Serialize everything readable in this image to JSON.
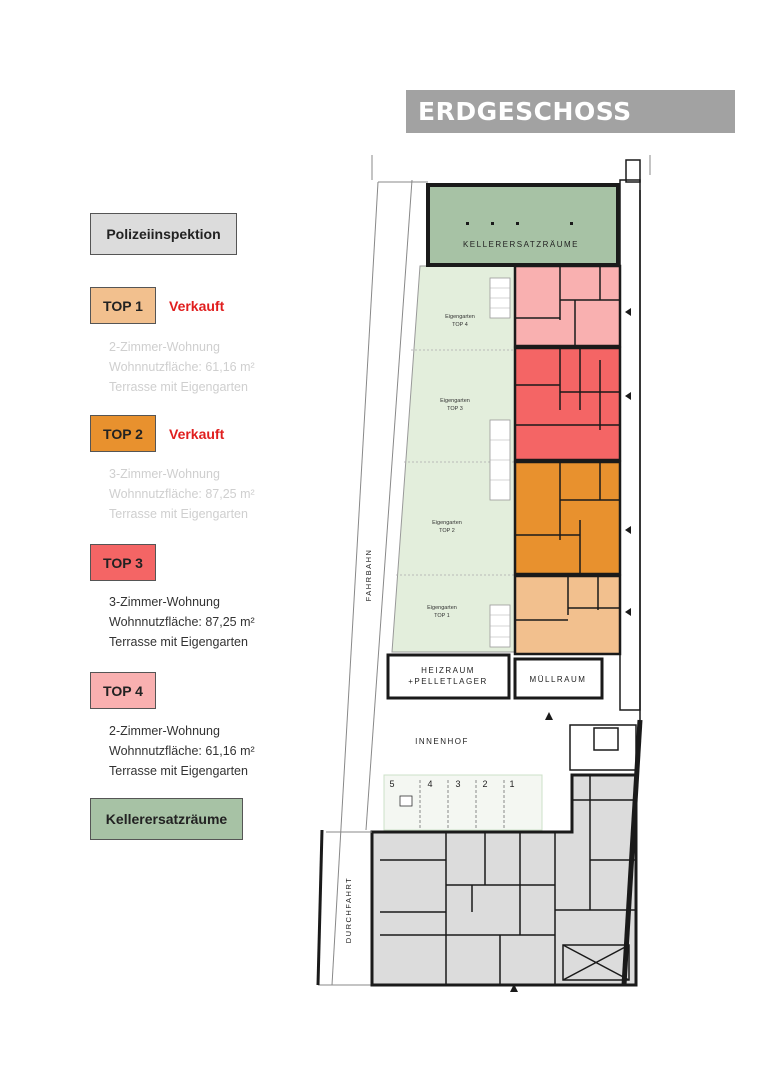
{
  "title": "ERDGESCHOSS",
  "legend": [
    {
      "label": "Polizeiinspektion",
      "color": "#dcdcdc"
    },
    {
      "label": "TOP 1",
      "color": "#f2c08e",
      "status": "Verkauft",
      "lines": [
        "2-Zimmer-Wohnung",
        "Wohnnutzfläche: 61,16 m²",
        "Terrasse mit Eigengarten"
      ]
    },
    {
      "label": "TOP 2",
      "color": "#e8912e",
      "status": "Verkauft",
      "lines": [
        "3-Zimmer-Wohnung",
        "Wohnnutzfläche: 87,25 m²",
        "Terrasse mit Eigengarten"
      ]
    },
    {
      "label": "TOP 3",
      "color": "#f46565",
      "lines": [
        "3-Zimmer-Wohnung",
        "Wohnnutzfläche: 87,25 m²",
        "Terrasse mit Eigengarten"
      ]
    },
    {
      "label": "TOP 4",
      "color": "#f9b0b0",
      "lines": [
        "2-Zimmer-Wohnung",
        "Wohnnutzfläche: 61,16 m²",
        "Terrasse mit Eigengarten"
      ]
    },
    {
      "label": "Kellerersatzräume",
      "color": "#a7c2a5"
    }
  ],
  "plan": {
    "keller_label": "KELLERERSATZRÄUME",
    "garden_labels": [
      [
        "Eigengarten",
        "TOP 4"
      ],
      [
        "Eigengarten",
        "TOP 3"
      ],
      [
        "Eigengarten",
        "TOP 2"
      ],
      [
        "Eigengarten",
        "TOP 1"
      ]
    ],
    "heizraum": [
      "HEIZRAUM",
      "+PELLETLAGER"
    ],
    "muellraum": "MÜLLRAUM",
    "innenhof": "INNENHOF",
    "fahrbahn": "FAHRBAHN",
    "durchfahrt": "DURCHFAHRT",
    "parking_numbers": [
      "5",
      "4",
      "3",
      "2",
      "1"
    ],
    "colors": {
      "garden": "#e3eedc",
      "top1": "#f2c08e",
      "top2": "#e8912e",
      "top3": "#f46565",
      "top4": "#f9b0b0",
      "keller": "#a7c2a5",
      "police": "#dcdcdc",
      "wall": "#1a1a1a"
    }
  }
}
